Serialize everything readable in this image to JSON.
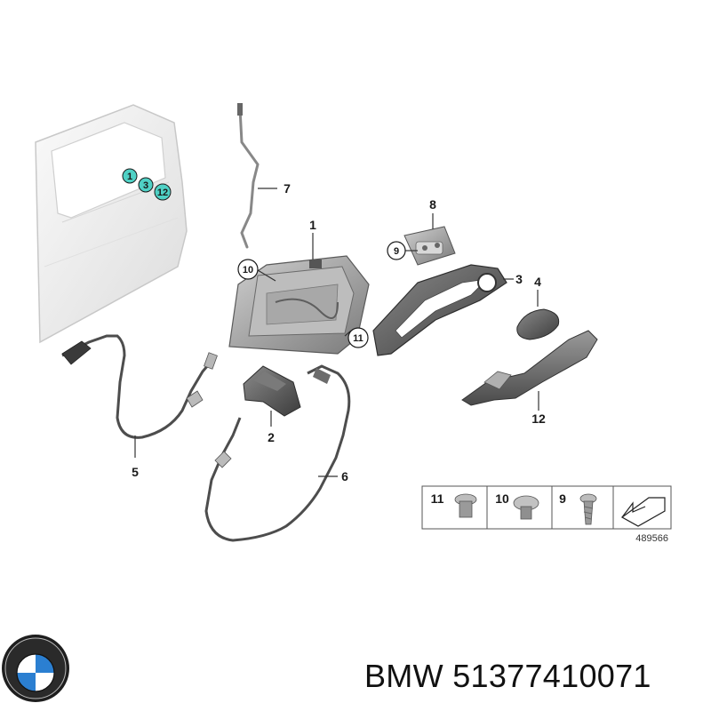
{
  "diagram": {
    "callouts": {
      "c1": "1",
      "c2": "2",
      "c3": "3",
      "c4": "4",
      "c5": "5",
      "c6": "6",
      "c7": "7",
      "c8": "8",
      "c9": "9",
      "c10": "10",
      "c11": "11",
      "c12": "12"
    },
    "door_markers": {
      "m1": "1",
      "m3": "3",
      "m12": "12"
    },
    "hardware_table": {
      "cells": [
        "11",
        "10",
        "9"
      ],
      "ref_number": "489566"
    },
    "colors": {
      "marker_fill": "#4fd1c5",
      "line": "#333333",
      "part_gray": "#9a9a9a",
      "door_panel": "#f2f2f2"
    }
  },
  "footer": {
    "brand": "BMW",
    "part_number": "51377410071",
    "logo_icon": "bmw-roundel-logo"
  }
}
